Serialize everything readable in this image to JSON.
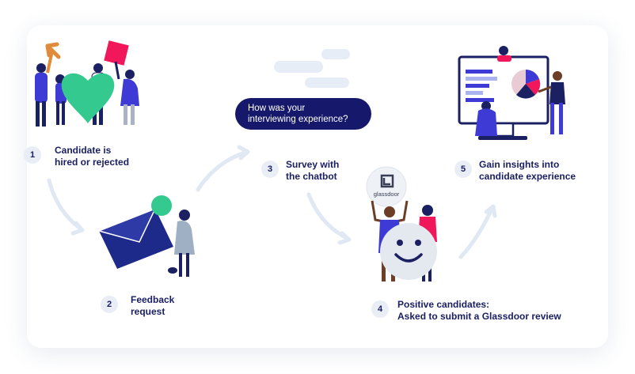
{
  "steps": [
    {
      "number": "1",
      "line1": "Candidate is",
      "line2": "hired or rejected"
    },
    {
      "number": "2",
      "line1": "Feedback",
      "line2": "request"
    },
    {
      "number": "3",
      "line1": "Survey with",
      "line2": "the chatbot"
    },
    {
      "number": "4",
      "line1": "Positive candidates:",
      "line2": "Asked to submit a Glassdoor review"
    },
    {
      "number": "5",
      "line1": "Gain insights into",
      "line2": "candidate experience"
    }
  ],
  "chat_bubble": {
    "line1": "How was your",
    "line2": "interviewing experience?"
  },
  "badge": {
    "brand": "glassdoor",
    "icon": "glassdoor-g-icon"
  },
  "colors": {
    "navy": "#1b2063",
    "accent_green": "#34c98f",
    "accent_pink": "#f0185a",
    "blue": "#3d3ad6"
  }
}
